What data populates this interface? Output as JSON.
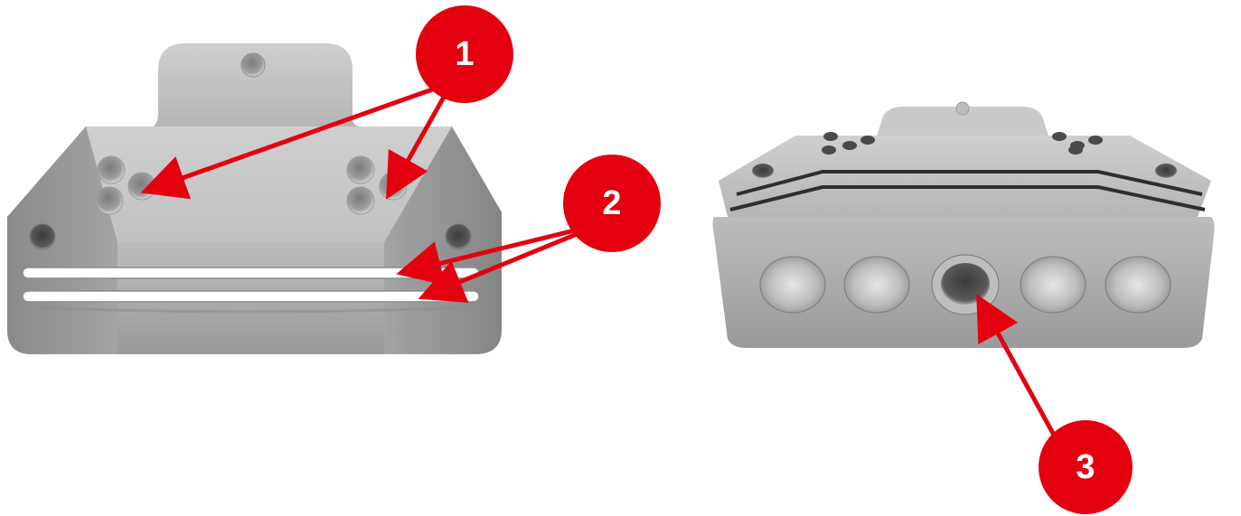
{
  "callouts": [
    {
      "number": "1",
      "color": "#e3000f"
    },
    {
      "number": "2",
      "color": "#e3000f"
    },
    {
      "number": "3",
      "color": "#e3000f"
    }
  ],
  "colors": {
    "metal_light": "#d6d6d6",
    "metal_mid": "#a9a9a9",
    "metal_dark": "#6e6e6e",
    "arrow": "#e3000f"
  }
}
